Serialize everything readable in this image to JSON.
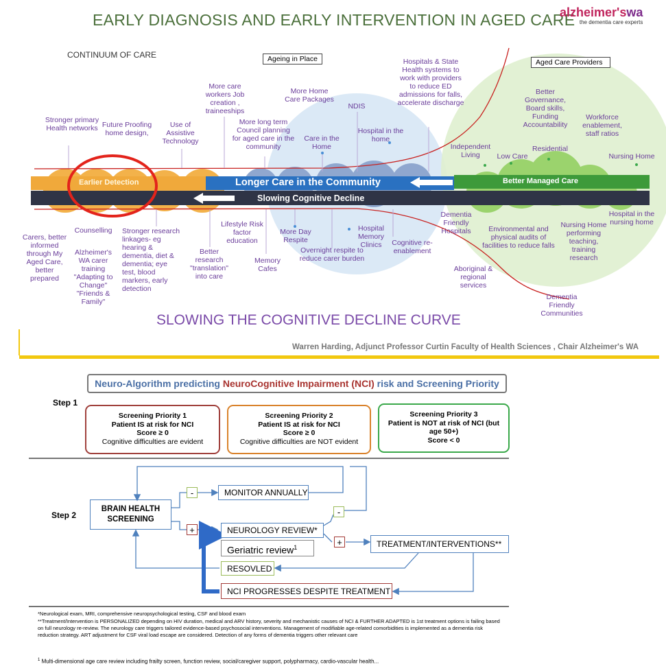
{
  "top": {
    "title": "EARLY DIAGNOSIS AND EARLY INTERVENTION IN AGED CARE",
    "logo_main": "alzheimer's",
    "logo_wa": "wa",
    "logo_tag": "the dementia care experts",
    "continuum": "CONTINUUM OF CARE",
    "ageing_in_place": "Ageing in Place",
    "aged_care_providers": "Aged Care Providers",
    "bars": {
      "earlier_detection": "Earlier Detection",
      "longer_care": "Longer Care in the Community",
      "better_managed": "Better Managed Care",
      "slowing": "Slowing Cognitive Decline"
    },
    "labels_above": {
      "stronger_primary": "Stronger primary Health networks",
      "future_proofing": "Future Proofing home design,",
      "assistive": "Use of Assistive Technology",
      "care_workers": "More care workers Job creation , traineeships",
      "council": "More long term Council planning for aged care in the community",
      "home_packages": "More Home Care Packages",
      "care_in_home": "Care in the Home",
      "ndis": "NDIS",
      "hospital_home": "Hospital in the home",
      "hospitals_state": "Hospitals & State Health systems to work with providers to reduce ED admissions for falls, accelerate discharge",
      "better_gov": "Better Governance, Board skills, Funding Accountability",
      "workforce": "Workforce enablement, staff ratios",
      "independent": "Independent Living",
      "low_care": "Low Care",
      "residential": "Residential",
      "nursing_home": "Nursing Home"
    },
    "labels_below": {
      "carers": "Carers, better informed through My Aged Care, better prepared",
      "counselling": "Counselling",
      "alz_training": "Alzheimer's WA carer training \"Adapting to Change\" \"Friends & Family\"",
      "research": "Stronger research linkages- eg hearing & dementia, diet & dementia; eye test, blood markers, early detection",
      "better_research": "Better research \"translation\" into care",
      "lifestyle": "Lifestyle Risk factor education",
      "memory_cafes": "Memory Cafes",
      "day_respite": "More Day Respite",
      "overnight": "Overnight respite to reduce carer burden",
      "memory_clinics": "Hospital Memory Clinics",
      "reenablement": "Cognitive re-enablement",
      "friendly_hospitals": "Dementia Friendly Hospitals",
      "environmental": "Environmental and physical audits of facilities to reduce falls",
      "nursing_teaching": "Nursing Home performing teaching, training research",
      "hospital_nursing": "Hospital in the nursing home",
      "aboriginal": "Aboriginal & regional services",
      "friendly_communities": "Dementia Friendly Communities"
    },
    "curve_title": "SLOWING THE COGNITIVE DECLINE CURVE",
    "credit": "Warren Harding, Adjunct Professor Curtin Faculty of Health Sciences , Chair Alzheimer's WA"
  },
  "bottom": {
    "title_a": "Neuro-Algorithm predicting ",
    "title_b": "NeuroCognitive Impairment (NCI)",
    "title_c": " risk and Screening Priority",
    "step1": "Step 1",
    "step2": "Step 2",
    "priorities": [
      {
        "l1": "Screening Priority 1",
        "l2": "Patient IS at risk for NCI",
        "l3": "Score ≥ 0",
        "l4": "Cognitive difficulties are evident"
      },
      {
        "l1": "Screening Priority 2",
        "l2": "Patient IS at risk for NCI",
        "l3": "Score ≥ 0",
        "l4": "Cognitive difficulties are NOT evident"
      },
      {
        "l1": "Screening Priority 3",
        "l2": "Patient is NOT at risk of NCI (but age 50+)",
        "l3": "Score < 0",
        "l4": ""
      }
    ],
    "brain_health": "BRAIN HEALTH SCREENING",
    "monitor": "MONITOR ANNUALLY",
    "neurology": "NEUROLOGY REVIEW*",
    "geriatric": "Geriatric review",
    "geriatric_sup": "1",
    "treatment": "TREATMENT/INTERVENTIONS**",
    "resolved": "RESOVLED",
    "nci_progress": "NCI PROGRESSES DESPITE TREATMENT",
    "minus": "-",
    "plus": "+",
    "footnote1": "*Neurological exam, MRI, comprehensive neuropsychological testing, CSF and blood exam",
    "footnote2": "**Treatment/Intervention is PERSONALIZED depending on HIV duration, medical and ARV history, severity and mechanistic causes of NCI & FURTHER ADAPTED is 1st treatment options is failing based on full neurology re-review. The neurology care triggers tailored evidence-based psychosocial interventions. Management of modifiable age-related comorbidities is implemented as a dementia risk reduction strategy. ART adjustment for CSF viral load escape are considered. Detection of any forms of dementia triggers other relevant care",
    "footnote3_sup": "1",
    "footnote3": " Multi-dimensional age care review including frailty screen, function review, social/caregiver support, polypharmacy, cardio-vascular health..."
  },
  "colors": {
    "title_green": "#4a6f3a",
    "purple": "#6a3d9a",
    "bar_orange": "#f0a93b",
    "bar_blue": "#2a71c1",
    "bar_green": "#3d9a3a",
    "bar_dark": "#2f3446",
    "red_circle": "#e3231b",
    "prio1": "#a0403c",
    "prio2": "#d9822b",
    "prio3": "#3aa84a",
    "flow_blue": "#4f81bd",
    "nci_red": "#a33a36"
  }
}
